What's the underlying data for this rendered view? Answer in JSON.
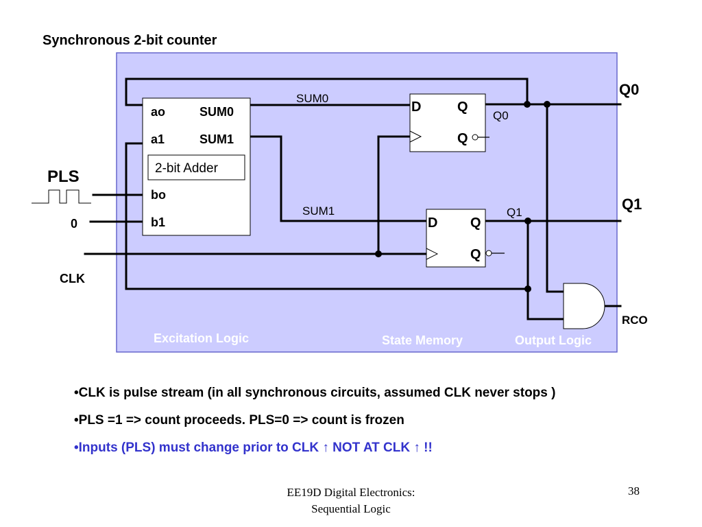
{
  "slide": {
    "title": "Synchronous 2-bit counter",
    "colors": {
      "panel_fill": "#ccccff",
      "panel_border": "#6666cc",
      "region_label": "#ffffff",
      "accent_text": "#3333cc"
    }
  },
  "diagram": {
    "adder": {
      "ports_left": [
        "ao",
        "a1",
        "bo",
        "b1"
      ],
      "ports_right": [
        "SUM0",
        "SUM1"
      ],
      "name": "2-bit Adder"
    },
    "flip_flop_0": {
      "d_label": "D",
      "q_label": "Q",
      "qbar_label": "Q"
    },
    "flip_flop_1": {
      "d_label": "D",
      "q_label": "Q",
      "qbar_label": "Q"
    },
    "wire_labels": {
      "sum0": "SUM0",
      "sum1": "SUM1",
      "q0_small": "Q0",
      "q1_small": "Q1"
    },
    "inputs": {
      "pls": "PLS",
      "zero": "0",
      "clk": "CLK"
    },
    "outputs": {
      "q0": "Q0",
      "q1": "Q1",
      "rco": "RCO"
    },
    "regions": {
      "excitation": "Excitation Logic",
      "state_memory": "State Memory",
      "output": "Output Logic"
    }
  },
  "bullets": [
    {
      "bullet": "•",
      "text": "CLK is pulse stream (in all synchronous circuits, assumed CLK never stops )"
    },
    {
      "bullet": "•",
      "text": "PLS =1 => count proceeds. PLS=0 => count is frozen"
    },
    {
      "bullet": "•",
      "text": "Inputs (PLS) must change prior to CLK ↑ NOT AT CLK ↑ !!"
    }
  ],
  "footer": {
    "line1": "EE19D Digital Electronics:",
    "line2": "Sequential Logic",
    "page_number": "38"
  }
}
